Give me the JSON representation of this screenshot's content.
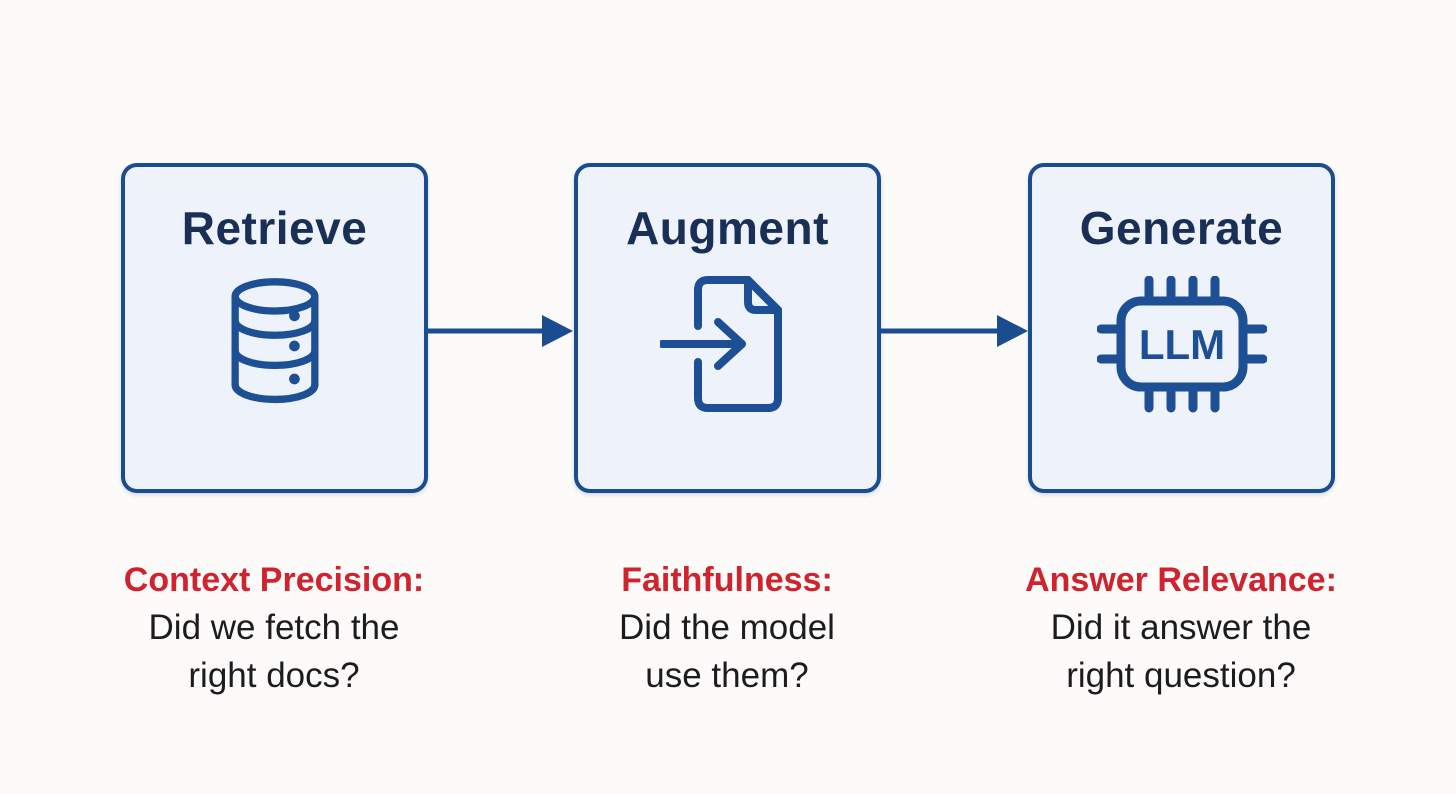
{
  "diagram": {
    "description": "RAG pipeline diagram with three stages and evaluation metrics",
    "stages": [
      {
        "label": "Retrieve",
        "icon": "database-icon",
        "caption_heading": "Context Precision:",
        "caption_line1": "Did we fetch the",
        "caption_line2": "right docs?"
      },
      {
        "label": "Augment",
        "icon": "document-import-icon",
        "caption_heading": "Faithfulness:",
        "caption_line1": "Did the model",
        "caption_line2": "use them?"
      },
      {
        "label": "Generate",
        "icon": "cpu-chip-icon",
        "chip_text": "LLM",
        "caption_heading": "Answer Relevance:",
        "caption_line1": "Did it answer the",
        "caption_line2": "right question?"
      }
    ],
    "colors": {
      "background": "#fcfbf9",
      "box_fill": "#eef2fa",
      "box_border": "#1c4c90",
      "title_text": "#1a2f55",
      "icon_stroke": "#1d4f94",
      "arrow": "#1c4c90",
      "caption_heading": "#d1232e",
      "caption_text": "#1c1c1e"
    }
  }
}
